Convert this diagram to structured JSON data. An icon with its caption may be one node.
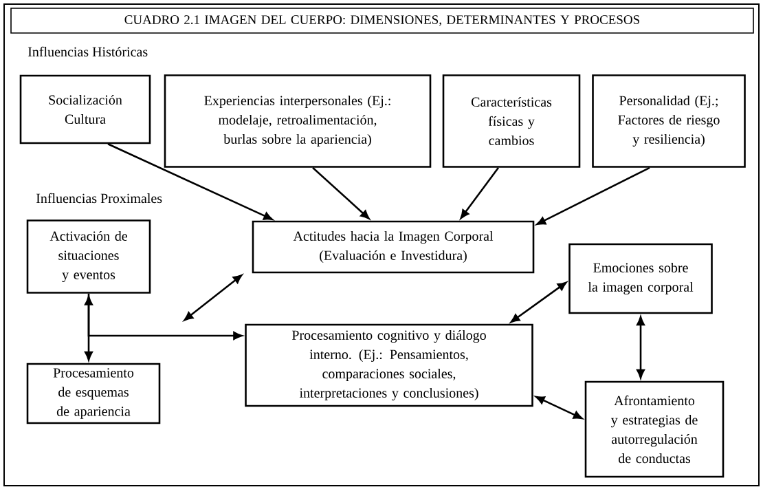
{
  "diagram": {
    "nodes": [
      {
        "text": [
          "CUADRO 2.1 IMAGEN DEL CUERPO: DIMENSIONES, DETERMINANTES Y PROCESOS"
        ]
      },
      {
        "text": [
          "Socialización Cultura"
        ]
      },
      {
        "text": [
          "Experiencias interpersonales (Ej.: modelaje, retroalimentación, burlas sobre la apariencia)"
        ]
      },
      {
        "text": [
          "Características físicas y cambios"
        ]
      },
      {
        "text": [
          "Personalidad (Ej.; Factores de riesgo y resiliencia)"
        ]
      },
      {
        "text": [
          "Activación de situaciones y eventos"
        ]
      },
      {
        "text": [
          "Actitudes hacia la Imagen Corporal (Evaluación e Investidura)"
        ]
      },
      {
        "text": [
          "Emociones sobre la imagen corporal"
        ]
      },
      {
        "text": [
          "Procesamiento de esquemas de apariencia"
        ]
      },
      {
        "text": [
          "Procesamiento cognitivo y diálogo interno. (Ej.: Pensamientos, comparaciones sociales, interpretaciones y conclusiones)"
        ]
      },
      {
        "text": [
          "Afrontamiento y estrategias de autorregulación de conductas"
        ]
      }
    ],
    "edges": [
      {
        "from": 1,
        "to": 6,
        "arrow": "to"
      },
      {
        "from": 2,
        "to": 6,
        "arrow": "to"
      },
      {
        "from": 3,
        "to": 6,
        "arrow": "to"
      },
      {
        "from": 4,
        "to": 6,
        "arrow": "to"
      },
      {
        "from": 5,
        "to": 8,
        "arrow": "both"
      },
      {
        "from": 5,
        "to": 9,
        "arrow": "to"
      },
      {
        "from": null,
        "to": 6,
        "arrow": "both"
      },
      {
        "from": 7,
        "to": 9,
        "arrow": "both"
      },
      {
        "from": 7,
        "to": 10,
        "arrow": "both"
      },
      {
        "from": 9,
        "to": 10,
        "arrow": "both"
      }
    ],
    "labels": [
      "Influencias Históricas",
      "Influencias Proximales"
    ]
  }
}
